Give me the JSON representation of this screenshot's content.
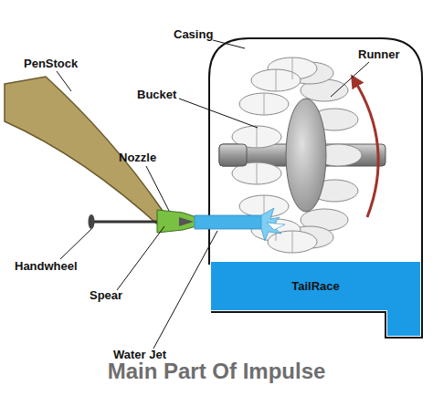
{
  "diagram": {
    "caption": "Main Part Of Impulse",
    "nodes": [
      {
        "text": [
          "TailRace"
        ]
      }
    ],
    "labels": [
      "Casing",
      "Runner",
      "PenStock",
      "Bucket",
      "Nozzle",
      "Handwheel",
      "Spear",
      "Water Jet"
    ]
  }
}
